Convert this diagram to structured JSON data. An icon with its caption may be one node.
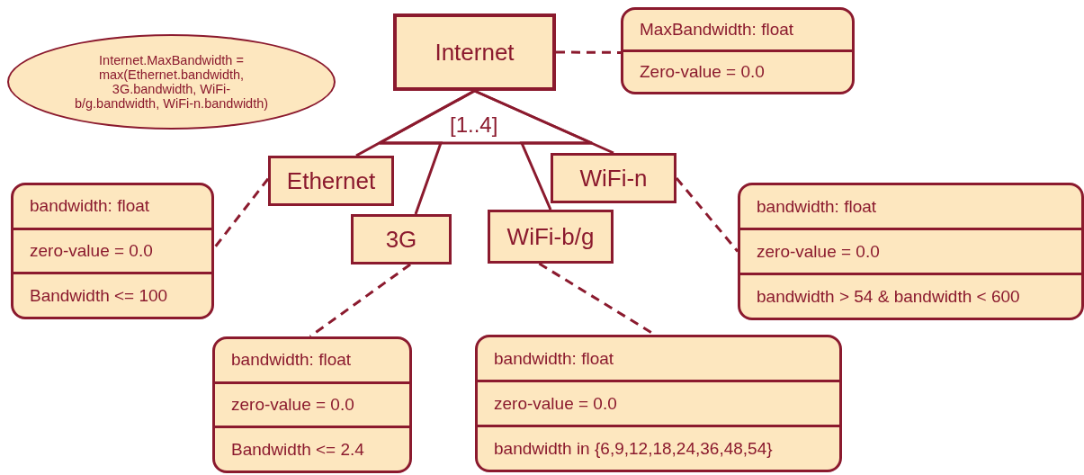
{
  "diagram": {
    "nodes": [
      {
        "text": [
          "Internet.MaxBandwidth = max(Ethernet.bandwidth, 3G.bandwidth, WiFi-b/g.bandwidth, WiFi-n.bandwidth)"
        ]
      },
      {
        "text": [
          "Internet"
        ]
      },
      {
        "text": [
          "MaxBandwidth: float",
          "Zero-value = 0.0"
        ]
      },
      {
        "text": [
          "Ethernet"
        ]
      },
      {
        "text": [
          "WiFi-n"
        ]
      },
      {
        "text": [
          "bandwidth: float",
          "zero-value = 0.0",
          "Bandwidth <= 100"
        ]
      },
      {
        "text": [
          "bandwidth: float",
          "zero-value = 0.0",
          "bandwidth > 54 & bandwidth < 600"
        ]
      },
      {
        "text": [
          "3G"
        ]
      },
      {
        "text": [
          "WiFi-b/g"
        ]
      },
      {
        "text": [
          "bandwidth: float",
          "zero-value = 0.0",
          "Bandwidth <= 2.4"
        ]
      },
      {
        "text": [
          "bandwidth: float",
          "zero-value = 0.0",
          "bandwidth in {6,9,12,18,24,36,48,54}"
        ]
      }
    ],
    "edges": [
      {
        "from": 1,
        "to": 2,
        "arrow": "none",
        "style": "dashed"
      },
      {
        "from": 1,
        "to": 3,
        "arrow": "none"
      },
      {
        "from": 1,
        "to": 7,
        "arrow": "none"
      },
      {
        "from": 1,
        "to": 8,
        "arrow": "none"
      },
      {
        "from": 1,
        "to": 4,
        "arrow": "none"
      },
      {
        "from": 3,
        "to": 5,
        "arrow": "none",
        "style": "dashed"
      },
      {
        "from": 4,
        "to": 6,
        "arrow": "none",
        "style": "dashed"
      },
      {
        "from": 7,
        "to": 9,
        "arrow": "none",
        "style": "dashed"
      },
      {
        "from": 8,
        "to": 10,
        "arrow": "none",
        "style": "dashed"
      }
    ],
    "labels": [
      "[1..4]"
    ]
  }
}
